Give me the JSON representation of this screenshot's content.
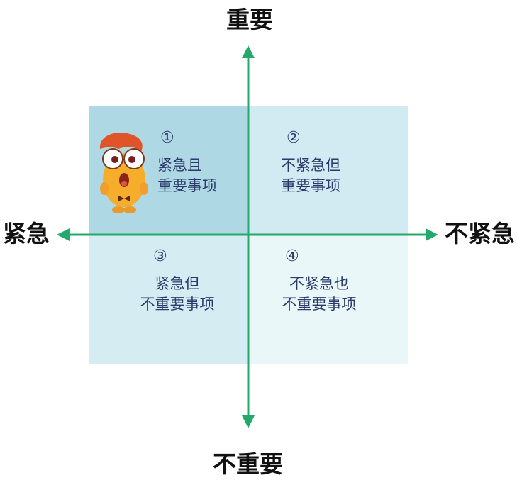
{
  "axes": {
    "top": "重要",
    "bottom": "不重要",
    "left": "紧急",
    "right": "不紧急"
  },
  "quadrants": [
    {
      "number": "①",
      "line1": "紧急且",
      "line2": "重要事项"
    },
    {
      "number": "②",
      "line1": "不紧急但",
      "line2": "重要事项"
    },
    {
      "number": "③",
      "line1": "紧急但",
      "line2": "不重要事项"
    },
    {
      "number": "④",
      "line1": "不紧急也",
      "line2": "不重要事项"
    }
  ],
  "colors": {
    "axis": "#25a86b",
    "text": "#2b3a6b",
    "q1": "#aed8e4",
    "q2": "#d2eaf1",
    "q3": "#d5ecf2",
    "q4": "#eaf7f9"
  },
  "icons": {
    "mascot": "cartoon-mascot-icon"
  }
}
